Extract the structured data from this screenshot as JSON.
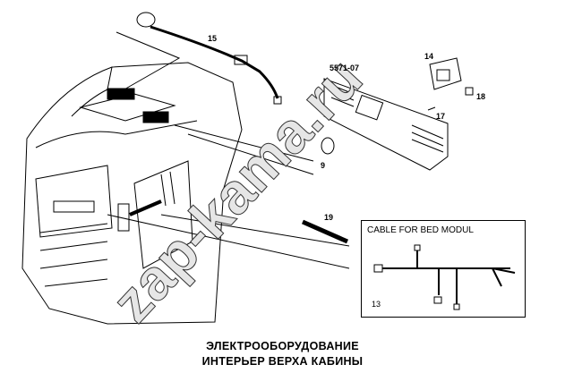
{
  "callouts": {
    "c15": "15",
    "c5571": "5571-07",
    "c14": "14",
    "c18": "18",
    "c17": "17",
    "c9": "9",
    "c19": "19",
    "c13": "13"
  },
  "inset": {
    "title": "CABLE FOR BED MODUL"
  },
  "caption": {
    "line1": "ЭЛЕКТРООБОРУДОВАНИЕ",
    "line2": "ИНТЕРЬЕР ВЕРХА КАБИНЫ"
  },
  "watermark": "zap-kama.ru"
}
